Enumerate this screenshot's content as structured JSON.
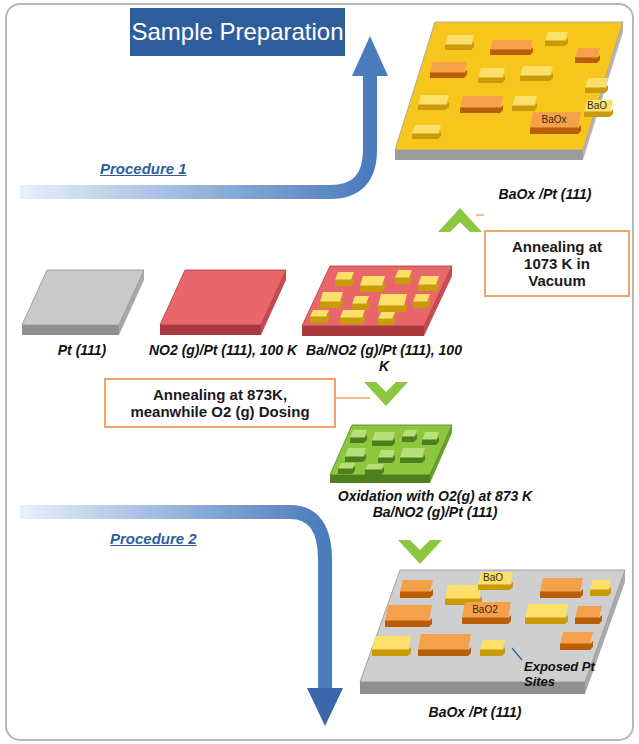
{
  "diagram": {
    "title": "Sample Preparation",
    "nodes": [
      {
        "text": [
          "Annealing at 1073 K in Vacuum"
        ]
      },
      {
        "text": [
          "Annealing at 873K, meanwhile O2 (g) Dosing"
        ]
      }
    ],
    "labels": [
      "BaOx",
      "BaO",
      "Procedure 1",
      "BaOx /Pt (111)",
      "Pt (111)",
      "NO2 (g)/Pt (111), 100 K",
      "Ba/NO2 (g)/Pt (111), 100 K",
      "Oxidation with O2(g) at 873 K Ba/NO2 (g)/Pt (111)",
      "Procedure 2",
      "BaO",
      "BaO2",
      "Exposed Pt Sites",
      "BaOx /Pt (111)"
    ]
  }
}
